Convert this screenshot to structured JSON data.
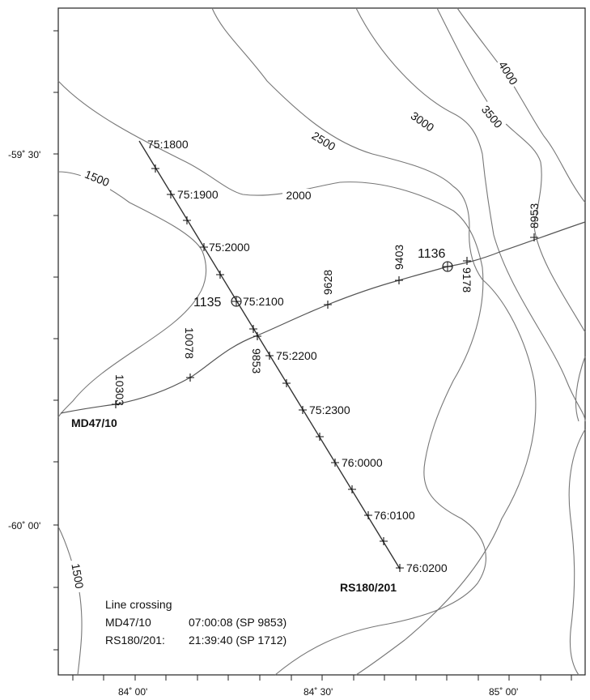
{
  "axes": {
    "lat_labels": [
      "-59˚ 30'",
      "-60˚ 00'"
    ],
    "lon_labels": [
      "84˚ 00'",
      "84˚ 30'",
      "85˚ 00'"
    ]
  },
  "contours": [
    "4000",
    "3500",
    "3000",
    "2500",
    "2000",
    "1500",
    "1500"
  ],
  "line_rs": {
    "name": "RS180/201",
    "times": [
      "75:1800",
      "75:1900",
      "75:2000",
      "75:2100",
      "75:2200",
      "75:2300",
      "76:0000",
      "76:0100",
      "76:0200"
    ]
  },
  "line_md": {
    "name": "MD47/10",
    "shotpoints": [
      "10303",
      "10078",
      "9853",
      "9628",
      "9403",
      "9178",
      "8953"
    ]
  },
  "sites": [
    "1135",
    "1136"
  ],
  "legend": {
    "title": "Line crossing",
    "row1_name": "MD47/10",
    "row1_time": "07:00:08 (SP 9853)",
    "row2_name": "RS180/201:",
    "row2_time": "21:39:40 (SP 1712)"
  }
}
